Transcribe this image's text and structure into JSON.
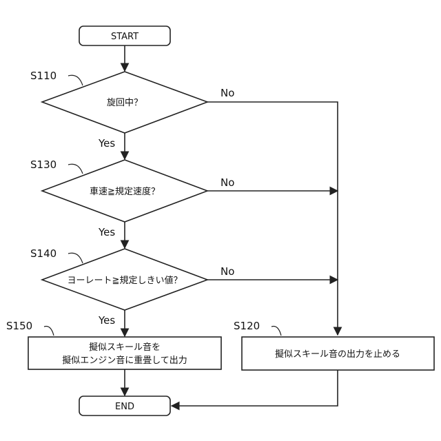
{
  "nodes": {
    "start": "START",
    "d110": "旋回中？",
    "d130": "車速≧規定速度？",
    "d140": "ヨーレート≧規定しきい値？",
    "p150_line1": "擬似スキール音を",
    "p150_line2": "擬似エンジン音に重畳して出力",
    "p120": "擬似スキール音の出力を止める",
    "end": "END"
  },
  "steps": {
    "s110": "S110",
    "s130": "S130",
    "s140": "S140",
    "s150": "S150",
    "s120": "S120"
  },
  "branches": {
    "yes": "Yes",
    "no": "No"
  }
}
